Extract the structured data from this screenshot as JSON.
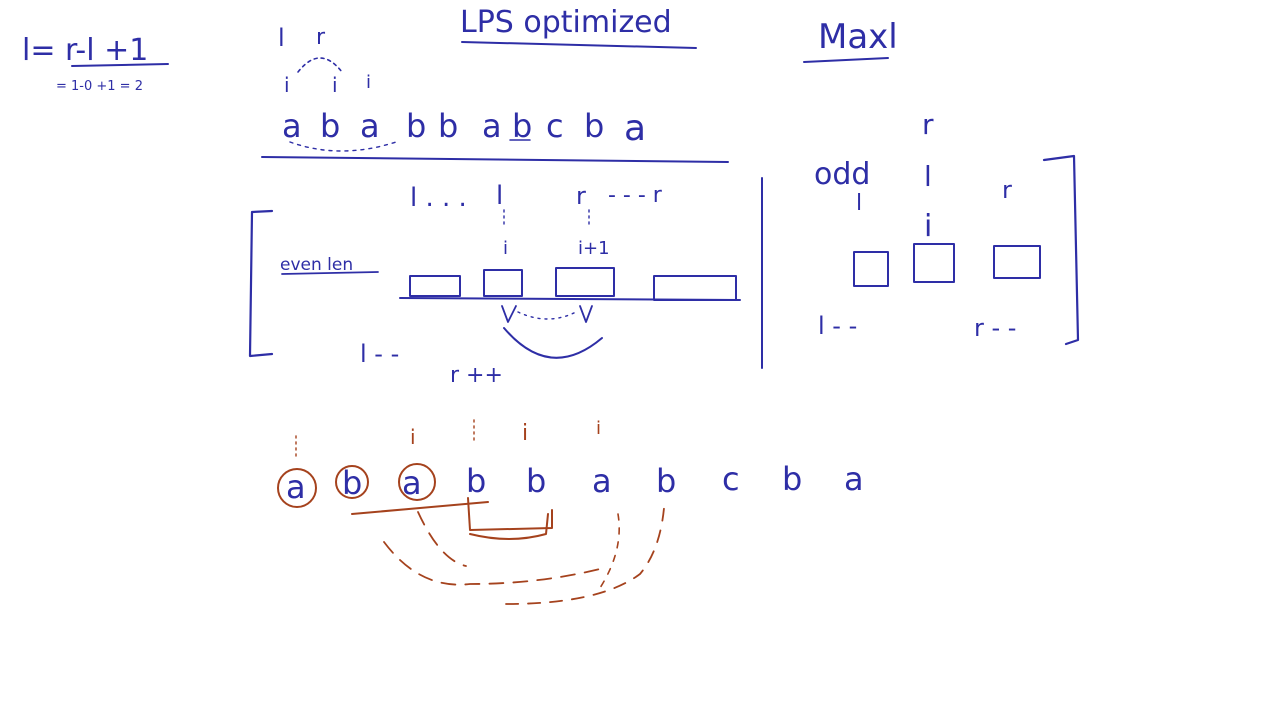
{
  "formula": {
    "main": "l= r-l +1",
    "example": "= 1-0 +1 = 2"
  },
  "title": "LPS optimized",
  "maxl_label": "Maxl",
  "top_pointers": {
    "l": "l",
    "r": "r",
    "i1": "i",
    "i2": "i",
    "i3": "i"
  },
  "top_string": [
    "a",
    "b",
    "a",
    "b",
    "b",
    "a",
    "b",
    "c",
    "b",
    "a"
  ],
  "even_section": {
    "label": "even len",
    "l_move": "l . . .",
    "l_mark": "l",
    "r_mark": "r",
    "r_move": "- - - r",
    "i_mark": "i",
    "i_plus": "i+1",
    "l_dec": "l - -",
    "r_inc": "r ++"
  },
  "odd_section": {
    "label": "odd",
    "r_mark": "r",
    "l_mark": "l",
    "l2": "l",
    "r2": "r",
    "i_mark": "i",
    "l_dec": "l - -",
    "r_dec": "r - -"
  },
  "bottom_string": [
    "a",
    "b",
    "a",
    "b",
    "b",
    "a",
    "b",
    "c",
    "b",
    "a"
  ],
  "bottom_i_marks": [
    "i",
    "i",
    "i"
  ],
  "colors": {
    "blue_ink": "#2e2ea6",
    "red_ink": "#a5421d",
    "background": "#ffffff"
  }
}
